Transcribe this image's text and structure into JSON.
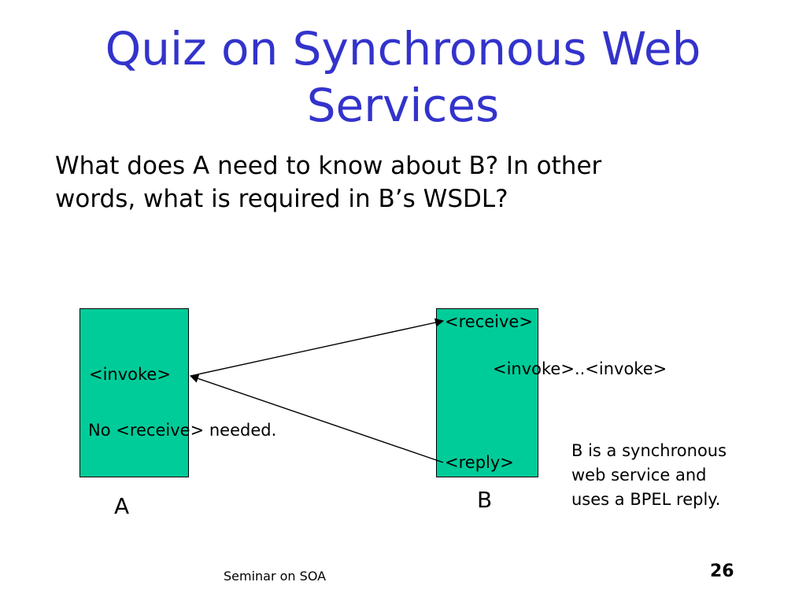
{
  "slide": {
    "title_line1": "Quiz on Synchronous Web",
    "title_line2": "Services",
    "question_line1": "What does A need to know about B? In other",
    "question_line2": "words, what is required in B’s WSDL?",
    "footer": "Seminar on SOA",
    "page_number": "26",
    "colors": {
      "title": "#3333cc",
      "box": "#00cc99"
    }
  },
  "diagram": {
    "box_a": {
      "name": "A",
      "invoke": "<invoke>"
    },
    "box_b": {
      "name": "B",
      "receive": "<receive>",
      "reply": "<reply>",
      "invokes": "<invoke>..<invoke>"
    },
    "no_receive_note": "No <receive> needed.",
    "b_note_line1": "B is a synchronous",
    "b_note_line2": "web service and",
    "b_note_line3": "uses a BPEL reply."
  }
}
